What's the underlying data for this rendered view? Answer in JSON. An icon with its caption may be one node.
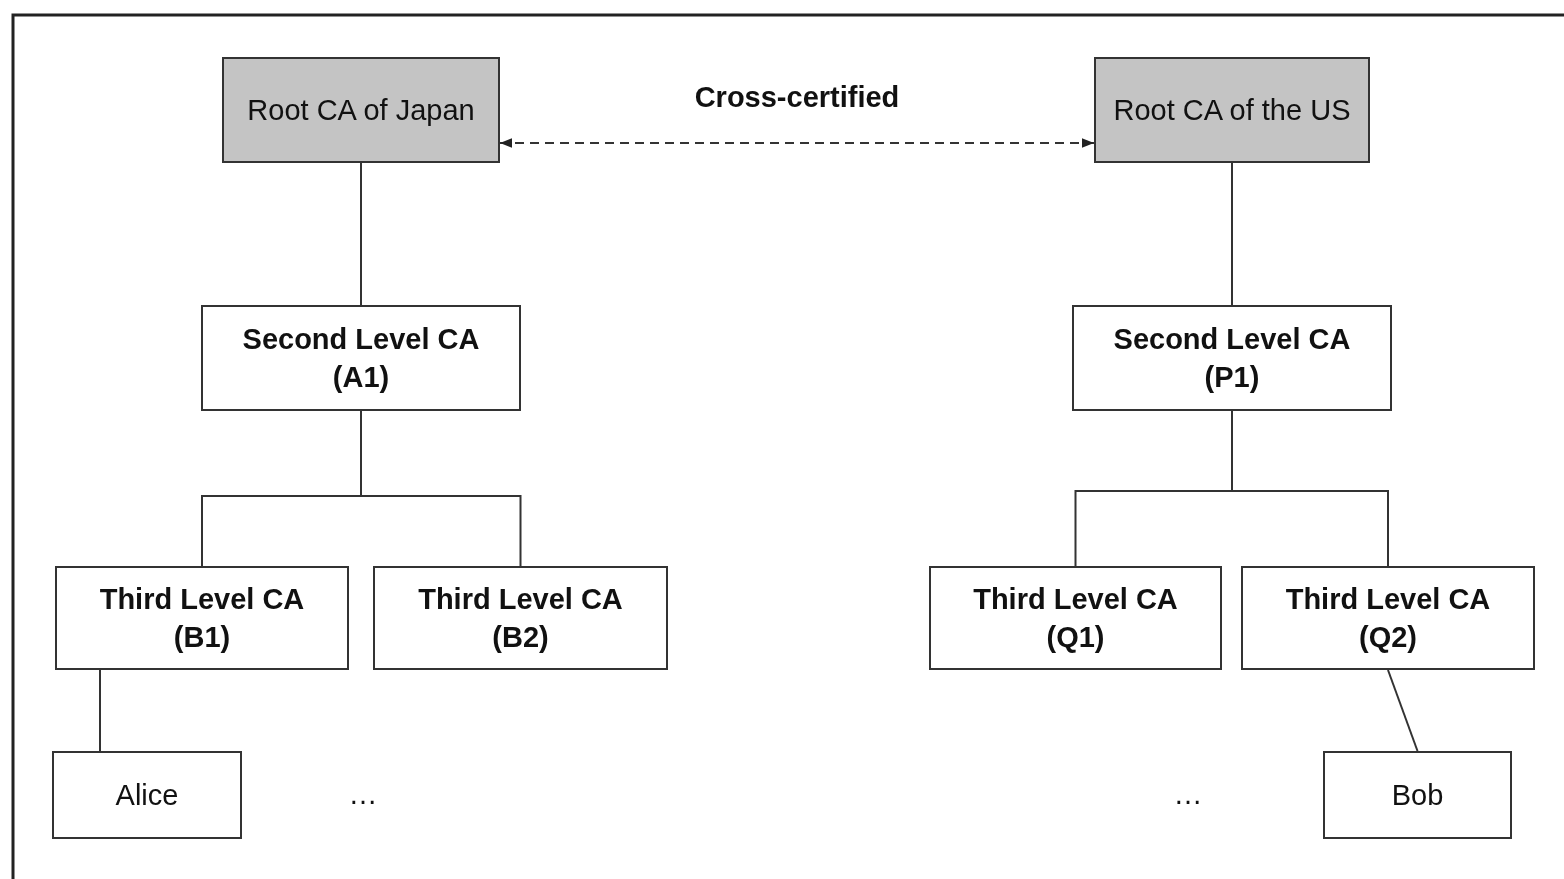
{
  "diagram": {
    "nodes": [
      {
        "text": [
          "Root CA of Japan"
        ]
      },
      {
        "text": [
          "Root CA of the US"
        ]
      },
      {
        "text": [
          "Second Level CA (A1)"
        ]
      },
      {
        "text": [
          "Second Level CA (P1)"
        ]
      },
      {
        "text": [
          "Third Level CA (B1)"
        ]
      },
      {
        "text": [
          "Third Level CA (B2)"
        ]
      },
      {
        "text": [
          "Third Level CA (Q1)"
        ]
      },
      {
        "text": [
          "Third Level CA (Q2)"
        ]
      },
      {
        "text": [
          "Alice"
        ]
      },
      {
        "text": [
          "Bob"
        ]
      }
    ],
    "edges": [
      {
        "from": 0,
        "to": 1,
        "arrow": "both",
        "style": "dashed",
        "label": "Cross-certified"
      },
      {
        "from": 0,
        "to": 2,
        "arrow": "none"
      },
      {
        "from": 1,
        "to": 3,
        "arrow": "none"
      },
      {
        "from": 2,
        "to": 4,
        "arrow": "none"
      },
      {
        "from": 2,
        "to": 5,
        "arrow": "none"
      },
      {
        "from": 3,
        "to": 6,
        "arrow": "none"
      },
      {
        "from": 3,
        "to": 7,
        "arrow": "none"
      },
      {
        "from": 4,
        "to": 8,
        "arrow": "none"
      },
      {
        "from": 7,
        "to": 9,
        "arrow": "none"
      }
    ],
    "labels": [
      "…",
      "…"
    ]
  }
}
